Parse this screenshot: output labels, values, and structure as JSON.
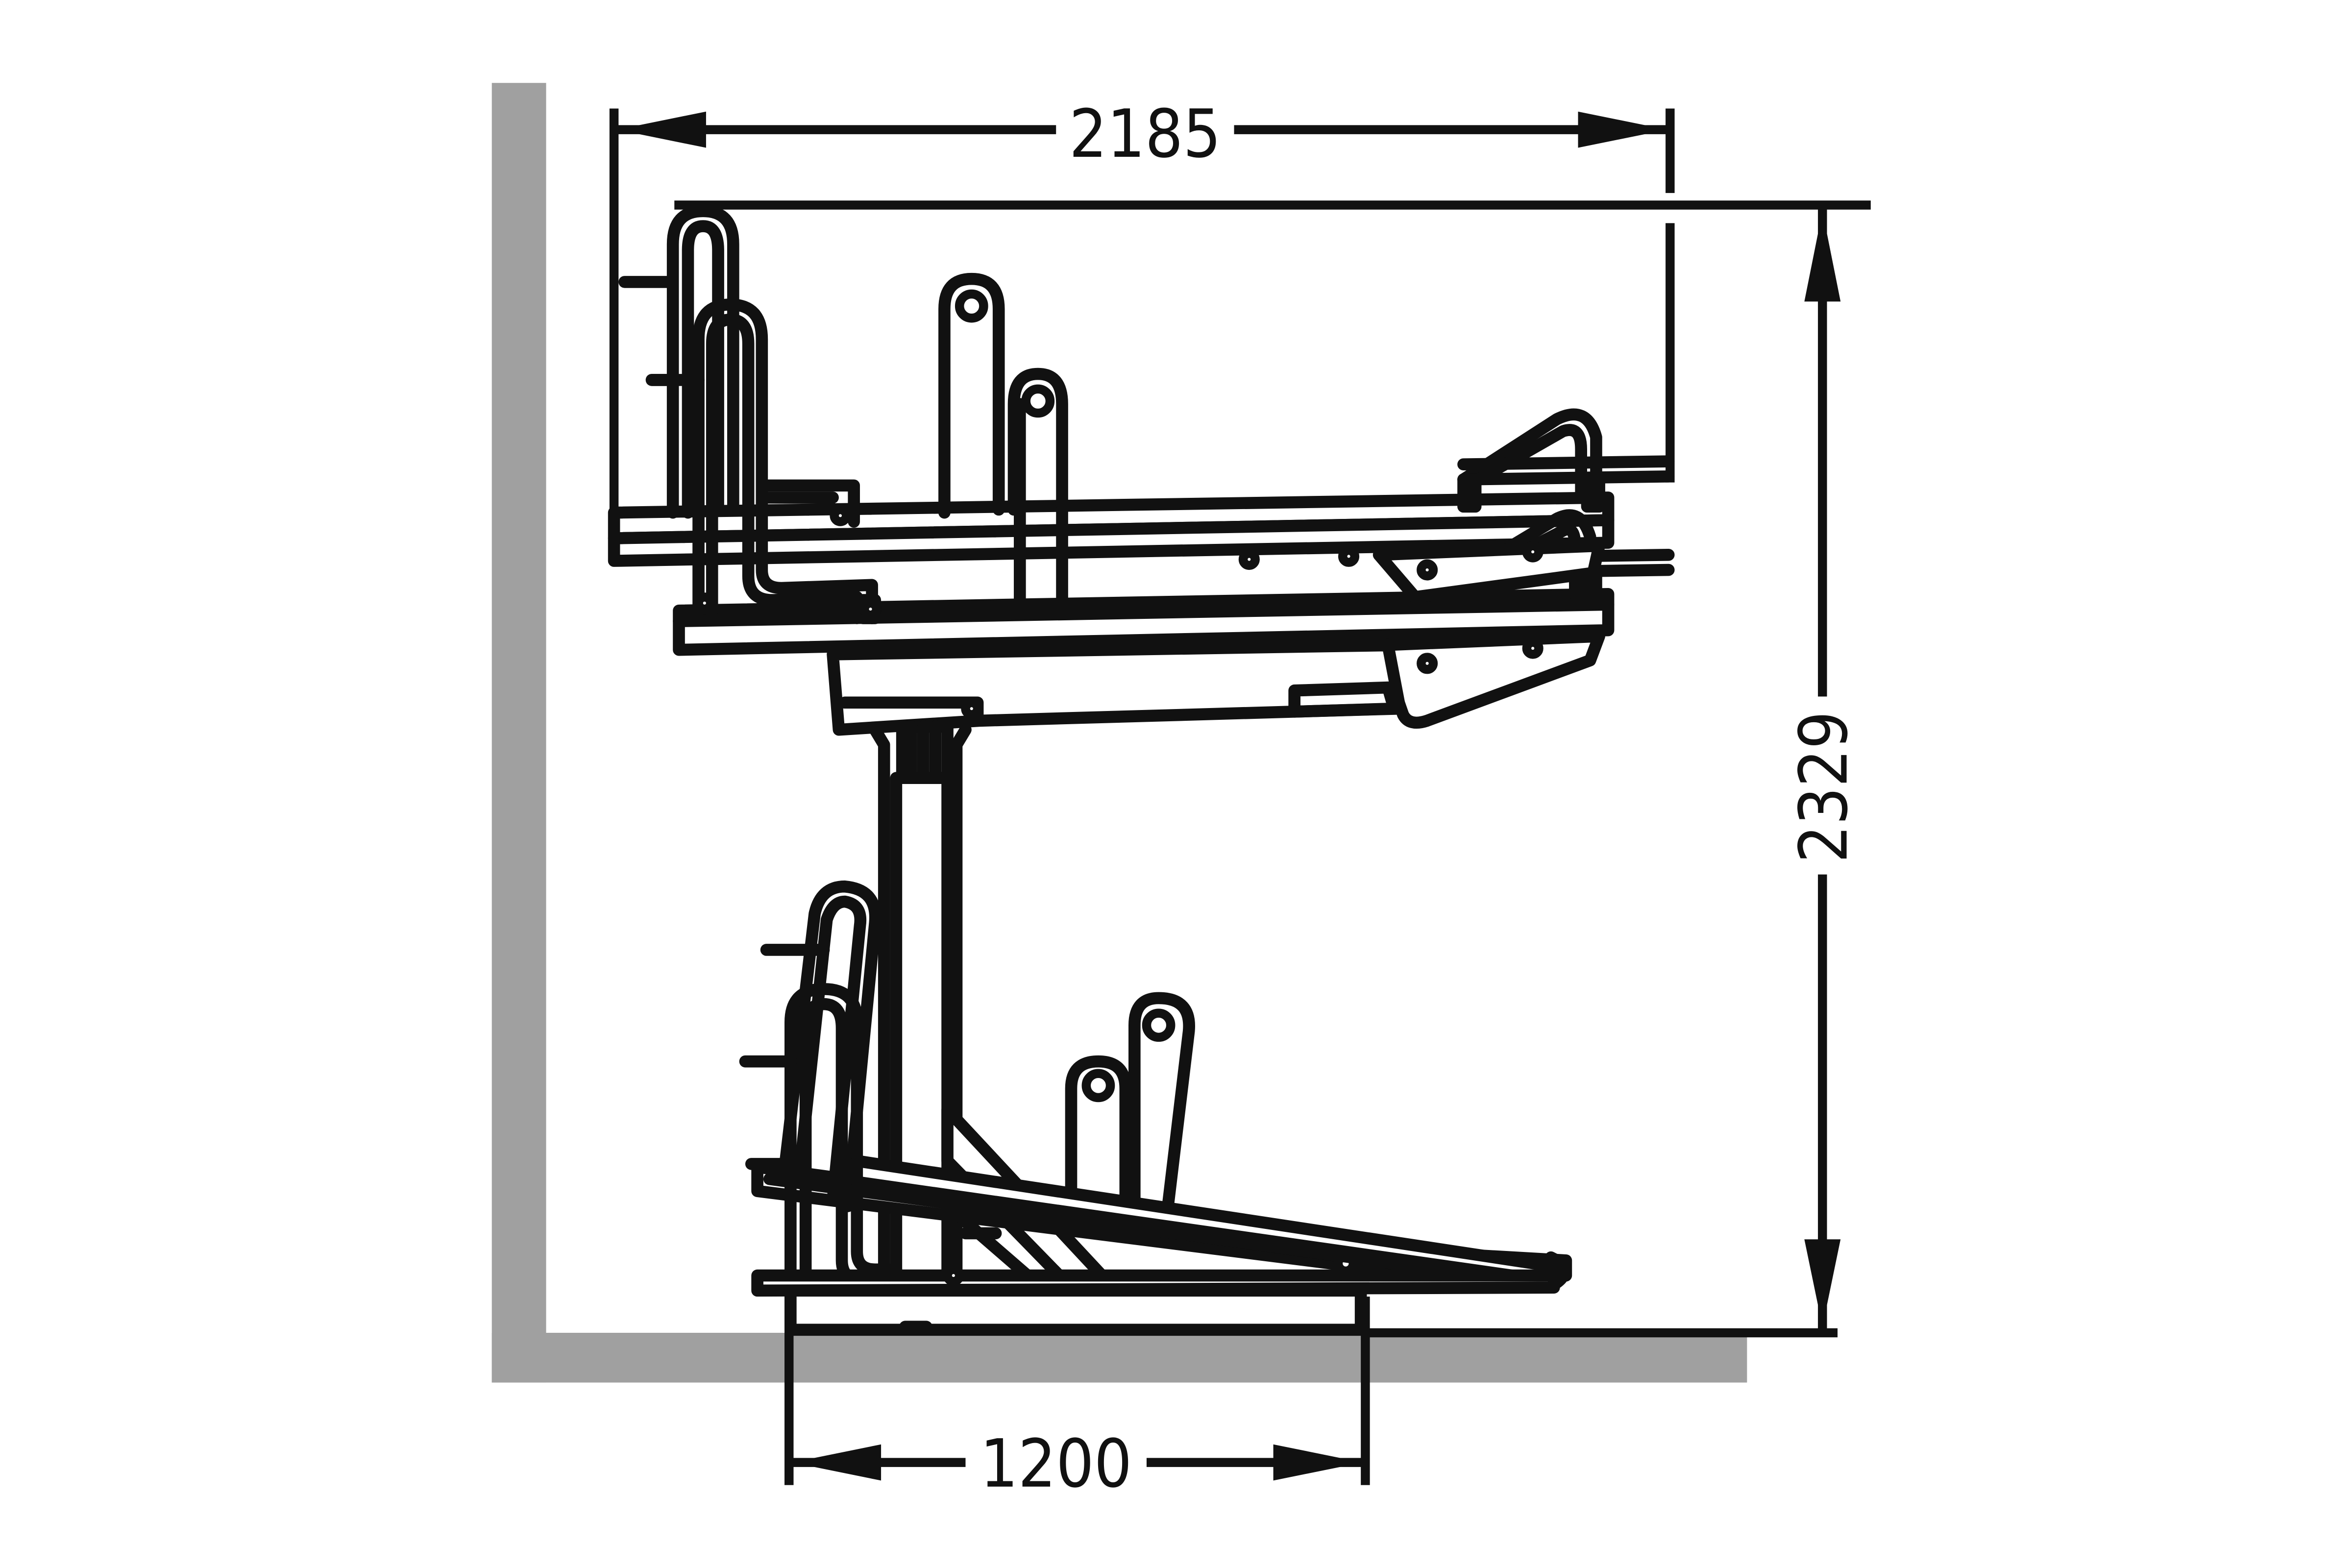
{
  "dimensions": {
    "overall_width": "2185",
    "overall_height": "2329",
    "base_width": "1200"
  },
  "colors": {
    "wall": "#a0a0a0",
    "line": "#111111",
    "background": "#ffffff"
  }
}
